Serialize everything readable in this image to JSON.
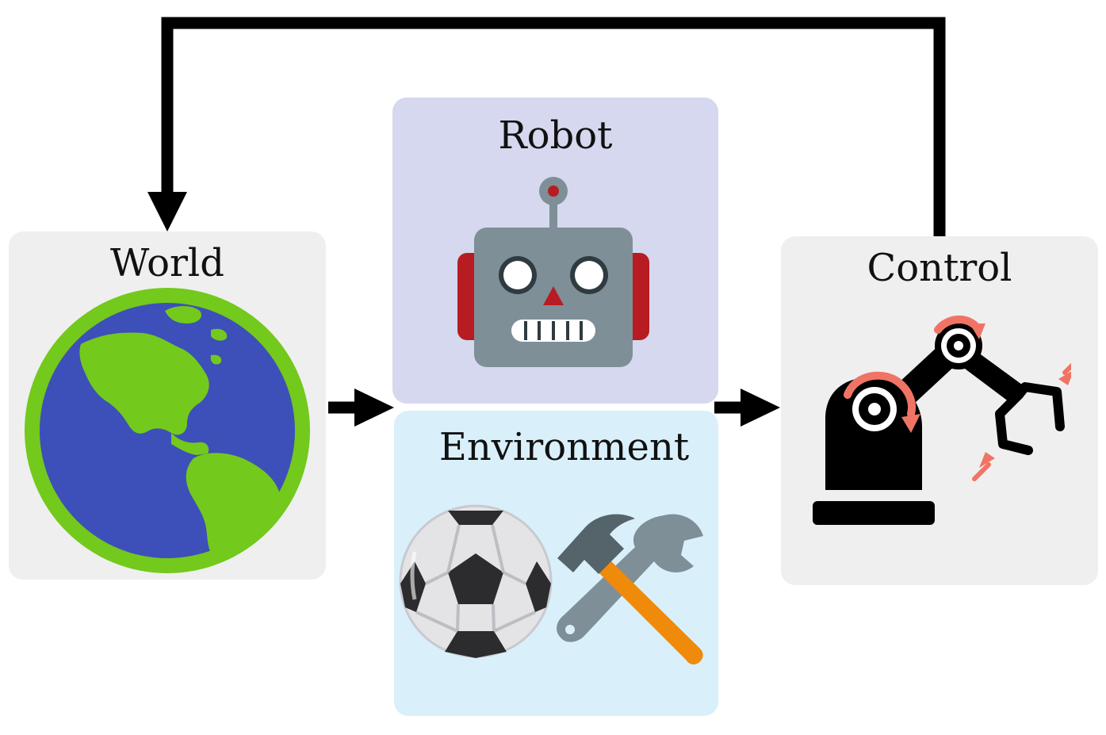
{
  "nodes": {
    "world": {
      "label": "World",
      "icon": "globe-americas-icon"
    },
    "robot": {
      "label": "Robot",
      "icon": "robot-face-icon"
    },
    "environment": {
      "label": "Environment",
      "icons": [
        "soccer-ball-icon",
        "hammer-and-wrench-icon"
      ]
    },
    "control": {
      "label": "Control",
      "icon": "robotic-arm-icon"
    }
  },
  "edges": [
    {
      "from": "world",
      "to": "robot+environment"
    },
    {
      "from": "robot+environment",
      "to": "control"
    },
    {
      "from": "control",
      "to": "world"
    }
  ],
  "colors": {
    "world_box": "#efefef",
    "robot_box": "#d5d8ee",
    "environment_box": "#d9f0fb",
    "control_box": "#efefef",
    "arrow": "#000000",
    "globe_ocean": "#3d4fb8",
    "globe_land": "#73c91c",
    "accent_rotation": "#f07466"
  }
}
